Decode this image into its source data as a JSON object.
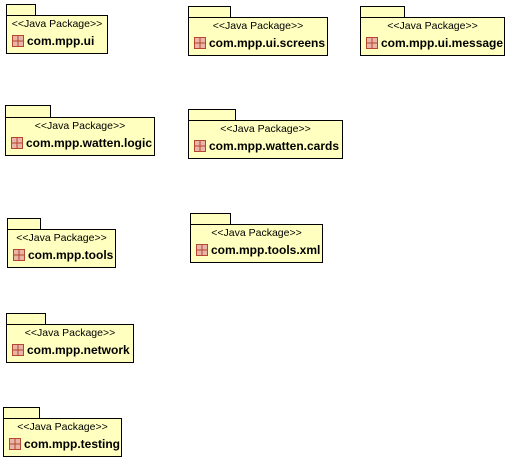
{
  "stereotype": "<<Java Package>>",
  "packages": [
    {
      "name": "com.mpp.ui"
    },
    {
      "name": "com.mpp.ui.screens"
    },
    {
      "name": "com.mpp.ui.message"
    },
    {
      "name": "com.mpp.watten.logic"
    },
    {
      "name": "com.mpp.watten.cards"
    },
    {
      "name": "com.mpp.tools"
    },
    {
      "name": "com.mpp.tools.xml"
    },
    {
      "name": "com.mpp.network"
    },
    {
      "name": "com.mpp.testing"
    }
  ],
  "colors": {
    "fill": "#ffffc0",
    "border": "#000000",
    "icon": "#b5462f"
  },
  "icon_name": "package-icon"
}
